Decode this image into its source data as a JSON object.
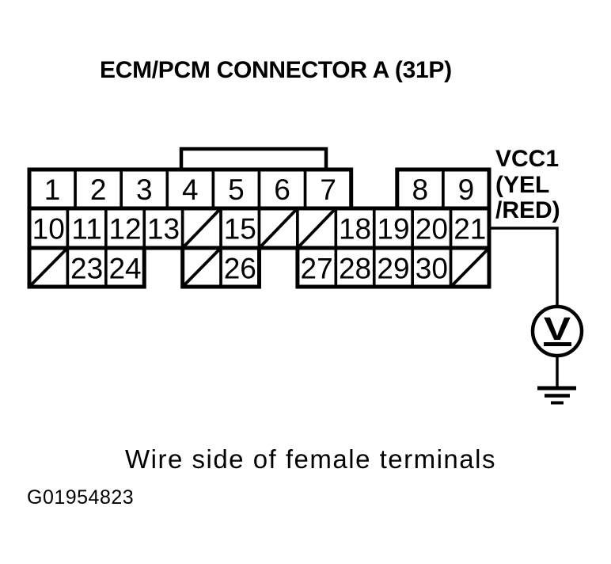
{
  "title": "ECM/PCM CONNECTOR A (31P)",
  "caption": "Wire side of female terminals",
  "figure_id": "G01954823",
  "wire": {
    "label_lines": [
      "VCC1",
      "(YEL",
      "/RED)"
    ]
  },
  "meter": {
    "symbol": "V"
  },
  "connector": {
    "row1": {
      "slots": [
        {
          "pin": "1"
        },
        {
          "pin": "2"
        },
        {
          "pin": "3"
        },
        {
          "pin": "4"
        },
        {
          "pin": "5"
        },
        {
          "pin": "6"
        },
        {
          "pin": "7"
        },
        {
          "gap": true
        },
        {
          "pin": "8"
        },
        {
          "pin": "9"
        }
      ]
    },
    "row2": {
      "slots": [
        {
          "pin": "10"
        },
        {
          "pin": "11"
        },
        {
          "pin": "12"
        },
        {
          "pin": "13"
        },
        {
          "slash": true
        },
        {
          "pin": "15"
        },
        {
          "slash": true
        },
        {
          "slash": true
        },
        {
          "pin": "18"
        },
        {
          "pin": "19"
        },
        {
          "pin": "20"
        },
        {
          "pin": "21"
        }
      ]
    },
    "row3": {
      "slots": [
        {
          "slash": true
        },
        {
          "pin": "23"
        },
        {
          "pin": "24"
        },
        {
          "gap": true
        },
        {
          "slash": true
        },
        {
          "pin": "26"
        },
        {
          "gap": true
        },
        {
          "pin": "27"
        },
        {
          "pin": "28"
        },
        {
          "pin": "29"
        },
        {
          "pin": "30"
        },
        {
          "slash": true
        }
      ]
    }
  },
  "colors": {
    "ink": "#000000",
    "paper": "#ffffff"
  }
}
